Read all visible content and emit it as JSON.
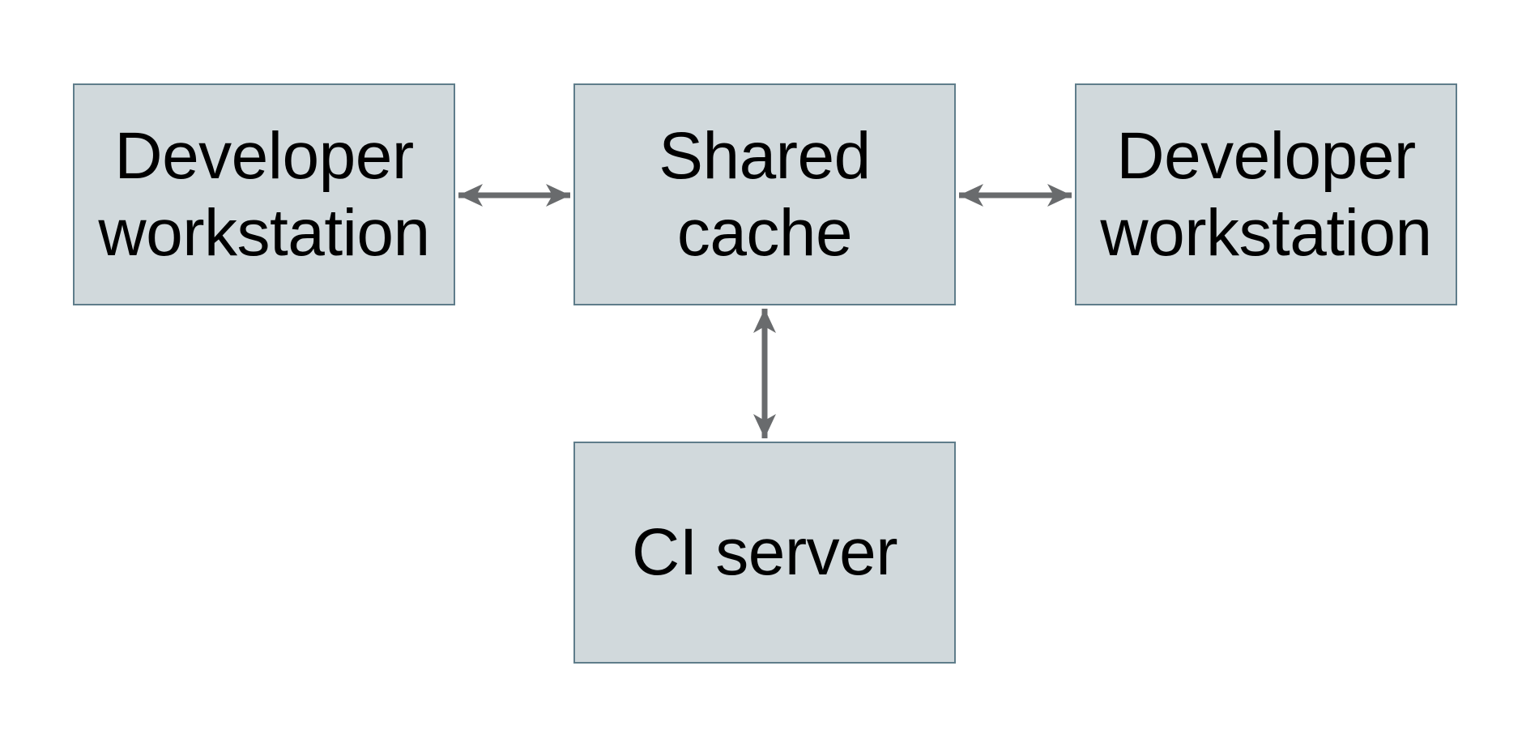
{
  "diagram": {
    "nodes": [
      {
        "id": "developer-workstation-left",
        "label": "Developer workstation"
      },
      {
        "id": "shared-cache",
        "label": "Shared cache"
      },
      {
        "id": "developer-workstation-right",
        "label": "Developer workstation"
      },
      {
        "id": "ci-server",
        "label": "CI server"
      }
    ],
    "edges": [
      {
        "from": "developer-workstation-left",
        "to": "shared-cache",
        "direction": "bidirectional"
      },
      {
        "from": "shared-cache",
        "to": "developer-workstation-right",
        "direction": "bidirectional"
      },
      {
        "from": "shared-cache",
        "to": "ci-server",
        "direction": "bidirectional"
      }
    ],
    "colors": {
      "background": "#ffffff",
      "node_fill": "#d1d9dc",
      "node_border": "#5f7d8b",
      "arrow": "#696b6d",
      "label": "#000000"
    }
  }
}
